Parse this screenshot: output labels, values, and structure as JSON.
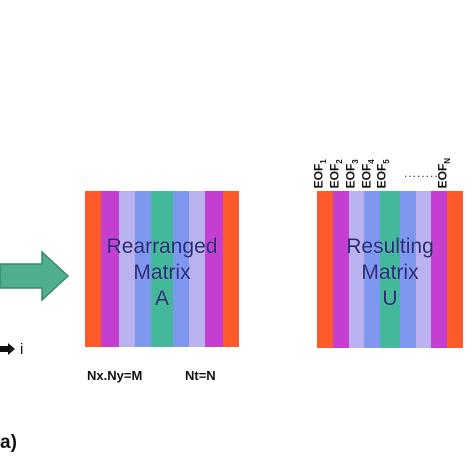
{
  "arrow_color": "#4fae8c",
  "stripe_colors": [
    "#ff5a2a",
    "#c43fd0",
    "#b9b2ee",
    "#7e97ef",
    "#44b89a",
    "#7e97ef",
    "#b9b2ee",
    "#c43fd0",
    "#ff5a2a"
  ],
  "axis_label": "i",
  "matrix_a": {
    "line1": "Rearranged",
    "line2": "Matrix",
    "line3": "A"
  },
  "matrix_u": {
    "line1": "Resulting",
    "line2": "Matrix",
    "line3": "U"
  },
  "dimension_left": "Nx.Ny=M",
  "dimension_right": "Nt=N",
  "eof_labels": [
    {
      "base": "EOF",
      "sub": "1"
    },
    {
      "base": "EOF",
      "sub": "2"
    },
    {
      "base": "EOF",
      "sub": "3"
    },
    {
      "base": "EOF",
      "sub": "4"
    },
    {
      "base": "EOF",
      "sub": "5"
    },
    {
      "base": "EOF",
      "sub": "N"
    }
  ],
  "eof_dots": "........",
  "panel_label": "a)"
}
